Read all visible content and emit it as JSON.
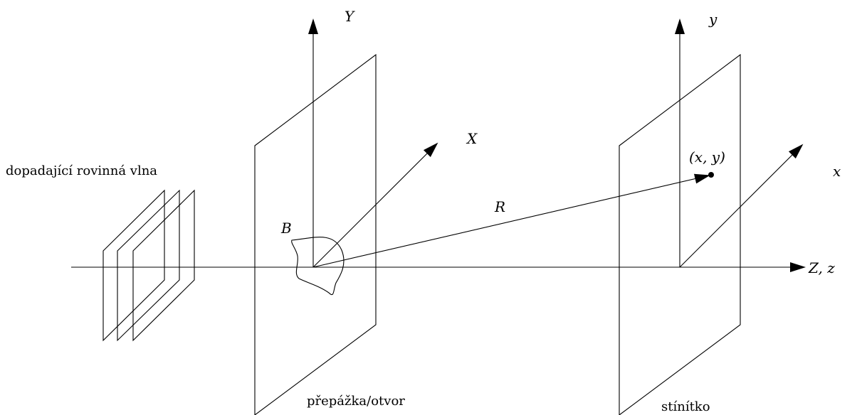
{
  "labels": {
    "axis_Y": "Y",
    "axis_X": "X",
    "axis_y": "y",
    "axis_x": "x",
    "axis_Zz": "Z, z",
    "vector_R": "R",
    "aperture_B": "B",
    "point_xy": "(x, y)",
    "incident_wave": "dopadající rovinná vlna",
    "barrier": "přepážka/otvor",
    "screen": "stínítko"
  }
}
